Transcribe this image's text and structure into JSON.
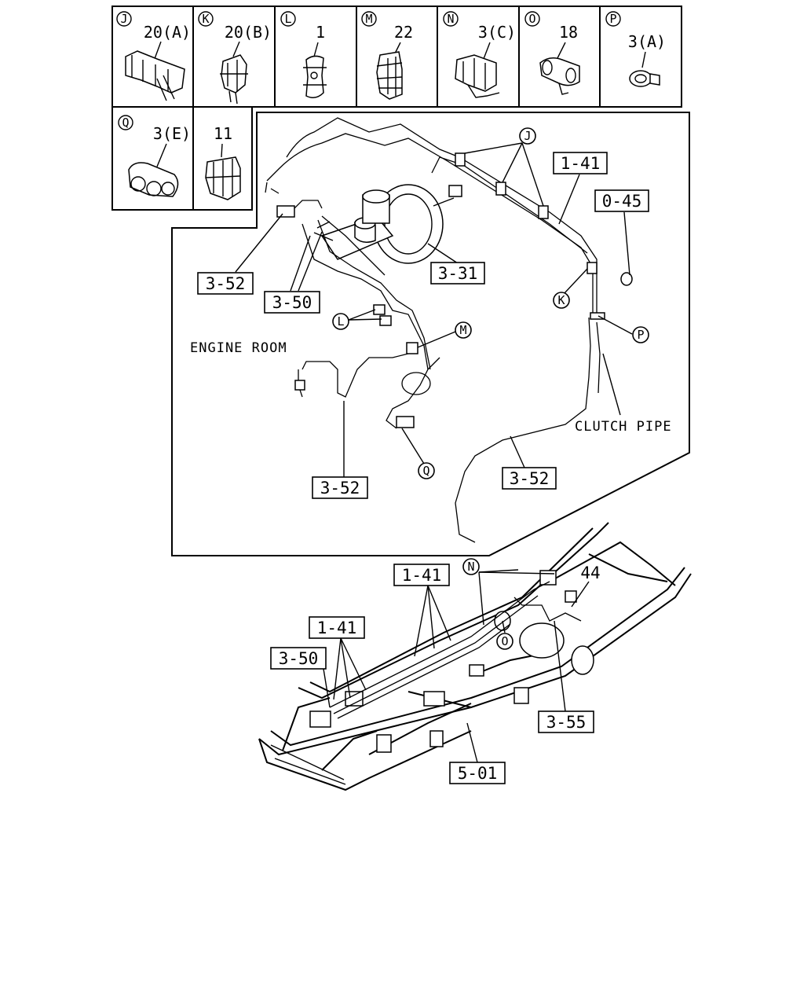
{
  "legend": [
    {
      "letter": "J",
      "part": "20(A)"
    },
    {
      "letter": "K",
      "part": "20(B)"
    },
    {
      "letter": "L",
      "part": "1"
    },
    {
      "letter": "M",
      "part": "22"
    },
    {
      "letter": "N",
      "part": "3(C)"
    },
    {
      "letter": "O",
      "part": "18"
    },
    {
      "letter": "P",
      "part": "3(A)"
    },
    {
      "letter": "Q",
      "part": "3(E)"
    },
    {
      "letter": "",
      "part": "11"
    }
  ],
  "inset": {
    "notes": {
      "engine_room": "ENGINE ROOM",
      "clutch_pipe": "CLUTCH PIPE"
    },
    "refs": {
      "r1_41": "1-41",
      "r0_45": "0-45",
      "r3_31": "3-31",
      "r3_52_a": "3-52",
      "r3_50": "3-50",
      "r3_52_b": "3-52",
      "r3_52_c": "3-52"
    },
    "callouts": {
      "j": "J",
      "k": "K",
      "l": "L",
      "m": "M",
      "p": "P",
      "q": "Q"
    }
  },
  "frame": {
    "refs": {
      "r1_41_a": "1-41",
      "r1_41_b": "1-41",
      "r3_50": "3-50",
      "r3_55": "3-55",
      "r5_01": "5-01"
    },
    "part_44": "44",
    "callouts": {
      "n": "N",
      "o": "O"
    }
  }
}
